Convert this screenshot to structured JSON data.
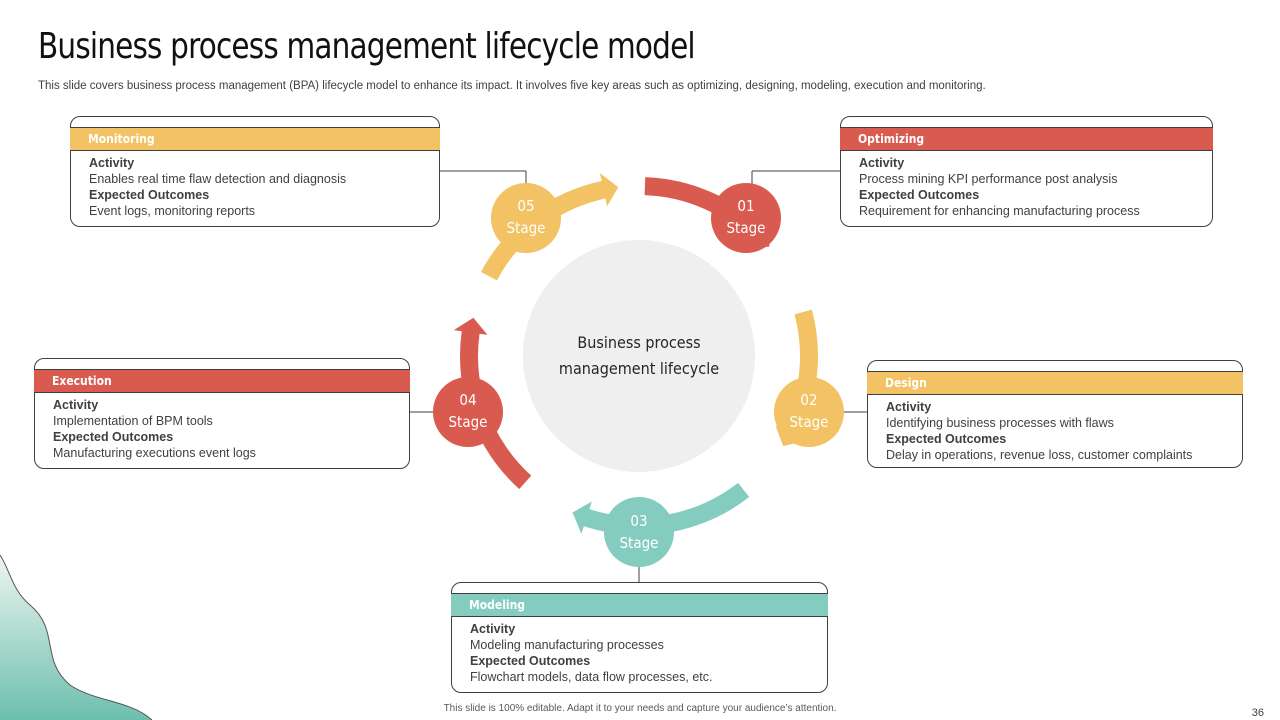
{
  "slide": {
    "title": "Business process management lifecycle model",
    "subtitle": "This slide covers business process management (BPA) lifecycle model to enhance its impact. It involves five key areas such as optimizing, designing, modeling, execution and monitoring.",
    "footer": "This slide is 100% editable. Adapt it to your needs and capture your audience’s attention.",
    "page_number": "36"
  },
  "center": {
    "line1": "Business process",
    "line2": "management lifecycle"
  },
  "colors": {
    "red": "#d95b4f",
    "yellow": "#f2c265",
    "teal": "#85ccc0",
    "center_circle": "#efefef"
  },
  "stages": [
    {
      "num": "01",
      "word": "Stage"
    },
    {
      "num": "02",
      "word": "Stage"
    },
    {
      "num": "03",
      "word": "Stage"
    },
    {
      "num": "04",
      "word": "Stage"
    },
    {
      "num": "05",
      "word": "Stage"
    }
  ],
  "cards": {
    "optimizing": {
      "header": "Optimizing",
      "activity_label": "Activity",
      "activity": "Process mining KPI performance  post analysis",
      "outcomes_label": "Expected Outcomes",
      "outcomes": "Requirement  for enhancing manufacturing  process"
    },
    "design": {
      "header": "Design",
      "activity_label": "Activity",
      "activity": "Identifying  business processes with flaws",
      "outcomes_label": "Expected Outcomes",
      "outcomes": "Delay in operations, revenue  loss, customer complaints"
    },
    "modeling": {
      "header": "Modeling",
      "activity_label": "Activity",
      "activity": "Modeling manufacturing  processes",
      "outcomes_label": "Expected Outcomes",
      "outcomes": "Flowchart models, data flow processes, etc."
    },
    "execution": {
      "header": "Execution",
      "activity_label": "Activity",
      "activity": "Implementation  of BPM tools",
      "outcomes_label": "Expected Outcomes",
      "outcomes": "Manufacturing  executions event  logs"
    },
    "monitoring": {
      "header": "Monitoring",
      "activity_label": "Activity",
      "activity": "Enables real time flaw detection and diagnosis",
      "outcomes_label": "Expected Outcomes",
      "outcomes": "Event logs, monitoring reports"
    }
  }
}
